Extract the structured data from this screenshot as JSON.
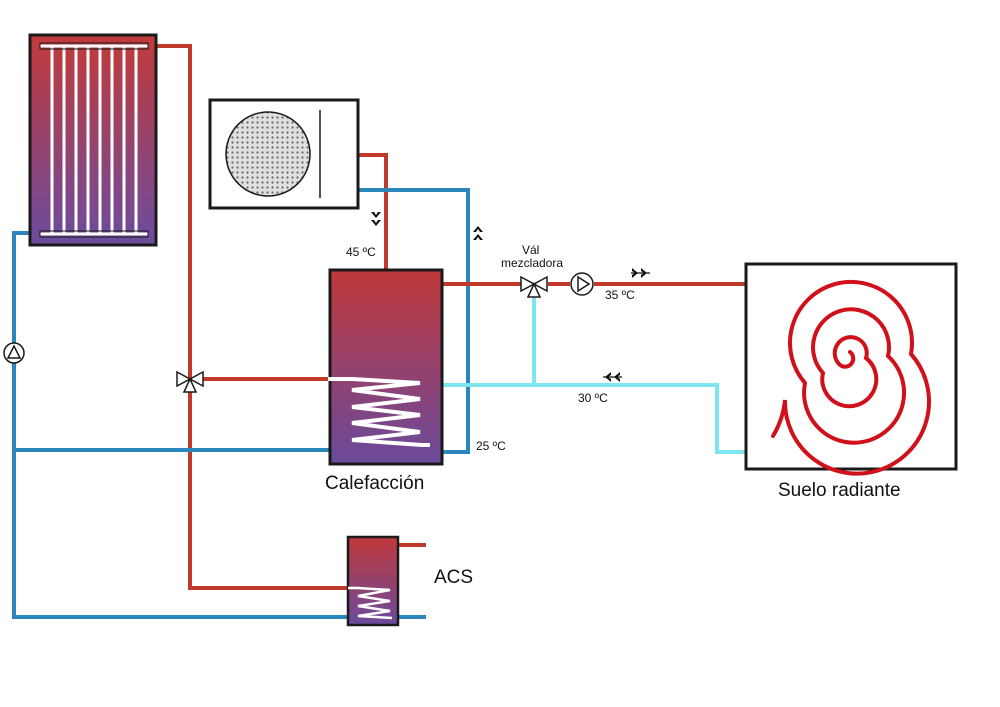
{
  "labels": {
    "heating_tank": "Calefacción",
    "floor_heating": "Suelo radiante",
    "dhw": "ACS",
    "mixing_valve_line1": "Vál",
    "mixing_valve_line2": "mezcladora",
    "temp_tank_top": "45 ºC",
    "temp_supply": "35 ºC",
    "temp_return": "30 ºC",
    "temp_tank_bottom": "25 ºC"
  },
  "colors": {
    "hot_pipe": "#c0392b",
    "cold_pipe": "#2a86bd",
    "return_pipe": "#7ee6f0",
    "coil": "#d0101a",
    "tank_top": "#c0393b",
    "tank_bottom": "#6a4a9c"
  },
  "icons": {
    "solar_collector": "solar-collector-icon",
    "heat_pump": "heat-pump-icon",
    "pump": "pump-icon",
    "valve": "three-way-valve-icon",
    "flow_arrow": "flow-arrow-icon"
  }
}
